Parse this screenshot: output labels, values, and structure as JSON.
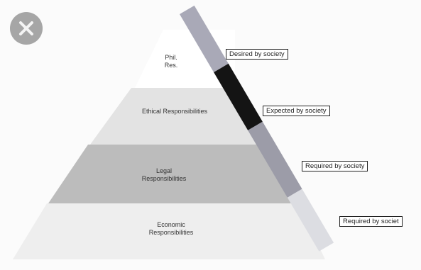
{
  "overlay": {
    "close_icon": "close-icon",
    "colors": {
      "button": "#a6a6a6",
      "glyph": "#f4f4f4"
    }
  },
  "diagram": {
    "tiers": [
      {
        "id": "philanthropic",
        "label_lines": [
          "Phil.",
          "Res."
        ]
      },
      {
        "id": "ethical",
        "label_lines": [
          "Ethical Responsibilities"
        ]
      },
      {
        "id": "legal",
        "label_lines": [
          "Legal",
          "Responsibilities"
        ]
      },
      {
        "id": "economic",
        "label_lines": [
          "Economic",
          "Responsibilities"
        ]
      }
    ],
    "society_levels": [
      {
        "text": "Desired by society"
      },
      {
        "text": "Expected by society"
      },
      {
        "text": "Required by society"
      },
      {
        "text": "Required by societ"
      }
    ],
    "colors": {
      "ethical_band": "#e3e3e3",
      "legal_band": "#bcbcbc",
      "economic_band": "#eeeeee",
      "bar_top": "#a9a9b7",
      "bar_black": "#141414",
      "bar_mid": "#9c9ca8",
      "bar_bottom": "#dcdde2"
    }
  }
}
